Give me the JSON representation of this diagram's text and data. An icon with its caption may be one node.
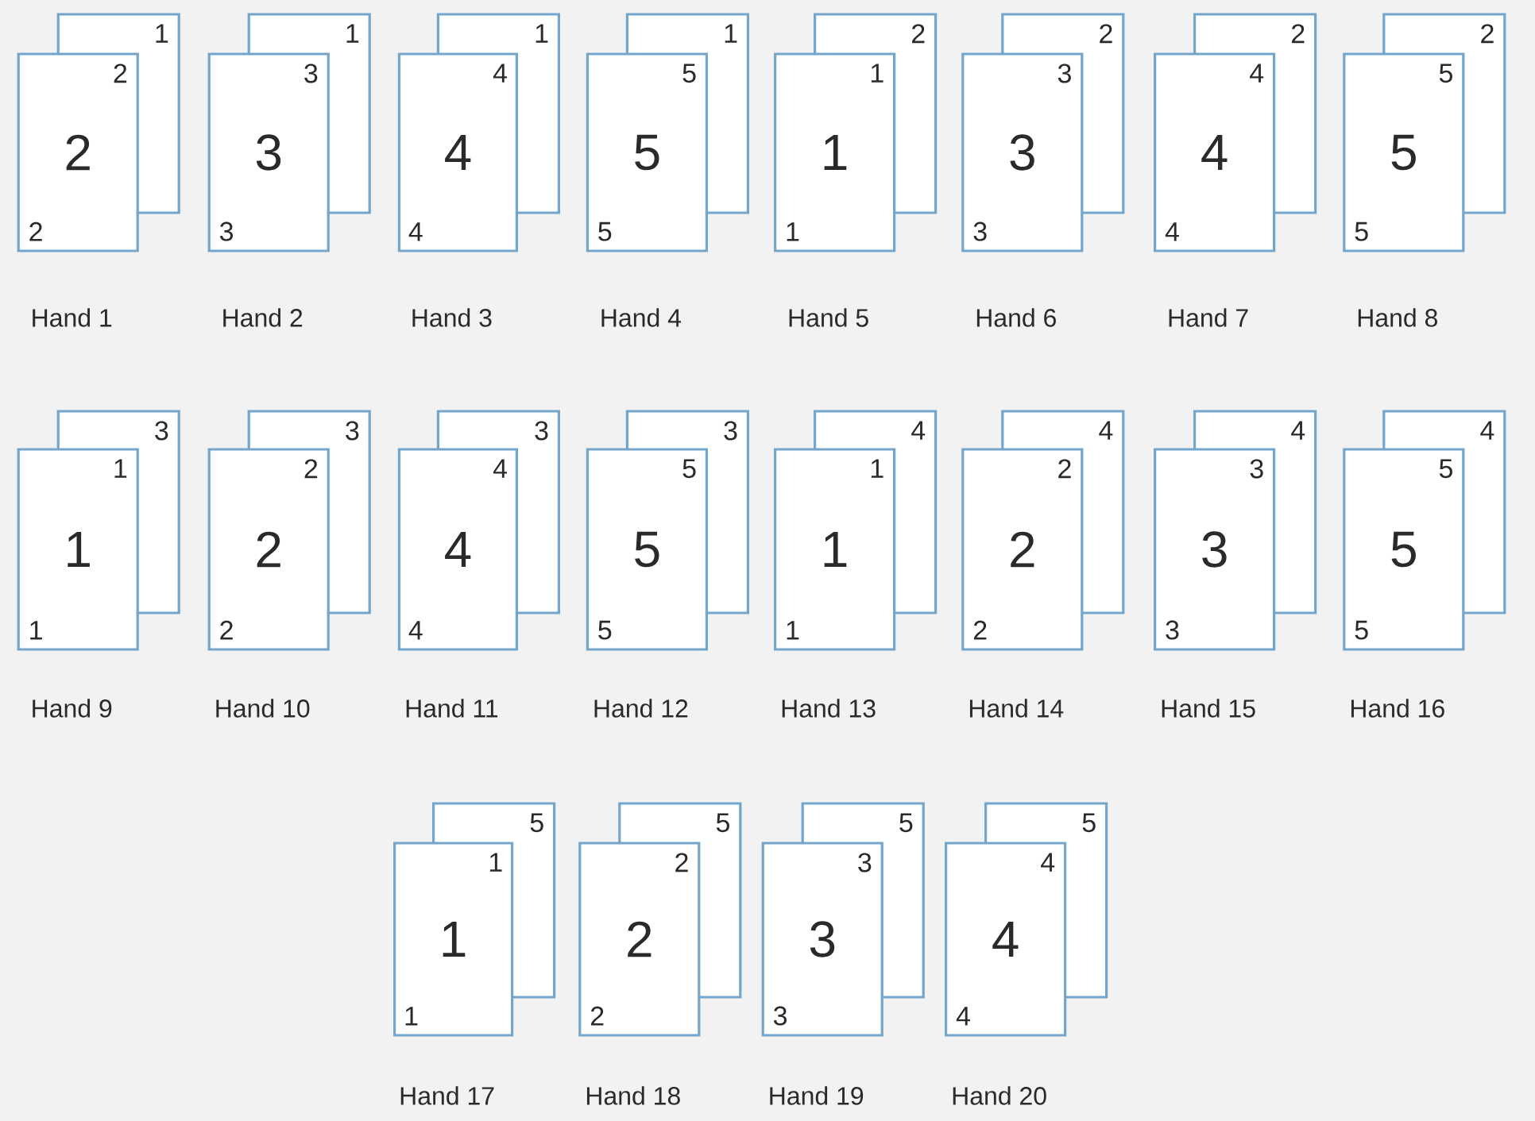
{
  "diagram": {
    "nodes": [
      {
        "text": [
          "1"
        ]
      },
      {
        "text": [
          "2",
          "2",
          "2"
        ],
        "beside": [
          "Hand 1"
        ]
      },
      {
        "text": [
          "1"
        ]
      },
      {
        "text": [
          "3",
          "3",
          "3"
        ],
        "beside": [
          "Hand 2"
        ]
      },
      {
        "text": [
          "1"
        ]
      },
      {
        "text": [
          "4",
          "4",
          "4"
        ],
        "beside": [
          "Hand 3"
        ]
      },
      {
        "text": [
          "1"
        ]
      },
      {
        "text": [
          "5",
          "5",
          "5"
        ],
        "beside": [
          "Hand 4"
        ]
      },
      {
        "text": [
          "2"
        ]
      },
      {
        "text": [
          "1",
          "1",
          "1"
        ],
        "beside": [
          "Hand 5"
        ]
      },
      {
        "text": [
          "2"
        ]
      },
      {
        "text": [
          "3",
          "3",
          "3"
        ],
        "beside": [
          "Hand 6"
        ]
      },
      {
        "text": [
          "2"
        ]
      },
      {
        "text": [
          "4",
          "4",
          "4"
        ],
        "beside": [
          "Hand 7"
        ]
      },
      {
        "text": [
          "2"
        ]
      },
      {
        "text": [
          "5",
          "5",
          "5"
        ],
        "beside": [
          "Hand 8"
        ]
      },
      {
        "text": [
          "3"
        ]
      },
      {
        "text": [
          "1",
          "1",
          "1"
        ],
        "beside": [
          "Hand 9"
        ]
      },
      {
        "text": [
          "3"
        ]
      },
      {
        "text": [
          "2",
          "2",
          "2"
        ],
        "beside": [
          "Hand 10"
        ]
      },
      {
        "text": [
          "3"
        ]
      },
      {
        "text": [
          "4",
          "4",
          "4"
        ],
        "beside": [
          "Hand 11"
        ]
      },
      {
        "text": [
          "3"
        ]
      },
      {
        "text": [
          "5",
          "5",
          "5"
        ],
        "beside": [
          "Hand 12"
        ]
      },
      {
        "text": [
          "4"
        ]
      },
      {
        "text": [
          "1",
          "1",
          "1"
        ],
        "beside": [
          "Hand 13"
        ]
      },
      {
        "text": [
          "4"
        ]
      },
      {
        "text": [
          "2",
          "2",
          "2"
        ],
        "beside": [
          "Hand 14"
        ]
      },
      {
        "text": [
          "4"
        ]
      },
      {
        "text": [
          "3",
          "3",
          "3"
        ],
        "beside": [
          "Hand 15"
        ]
      },
      {
        "text": [
          "4"
        ]
      },
      {
        "text": [
          "5",
          "5",
          "5"
        ],
        "beside": [
          "Hand 16"
        ]
      },
      {
        "text": [
          "5"
        ]
      },
      {
        "text": [
          "1",
          "1",
          "1"
        ],
        "beside": [
          "Hand 17"
        ]
      },
      {
        "text": [
          "5"
        ]
      },
      {
        "text": [
          "2",
          "2",
          "2"
        ],
        "beside": [
          "Hand 18"
        ]
      },
      {
        "text": [
          "5"
        ]
      },
      {
        "text": [
          "3",
          "3",
          "3"
        ],
        "beside": [
          "Hand 19"
        ]
      },
      {
        "text": [
          "5"
        ]
      },
      {
        "text": [
          "4",
          "4",
          "4"
        ],
        "beside": [
          "Hand 20"
        ]
      }
    ]
  }
}
